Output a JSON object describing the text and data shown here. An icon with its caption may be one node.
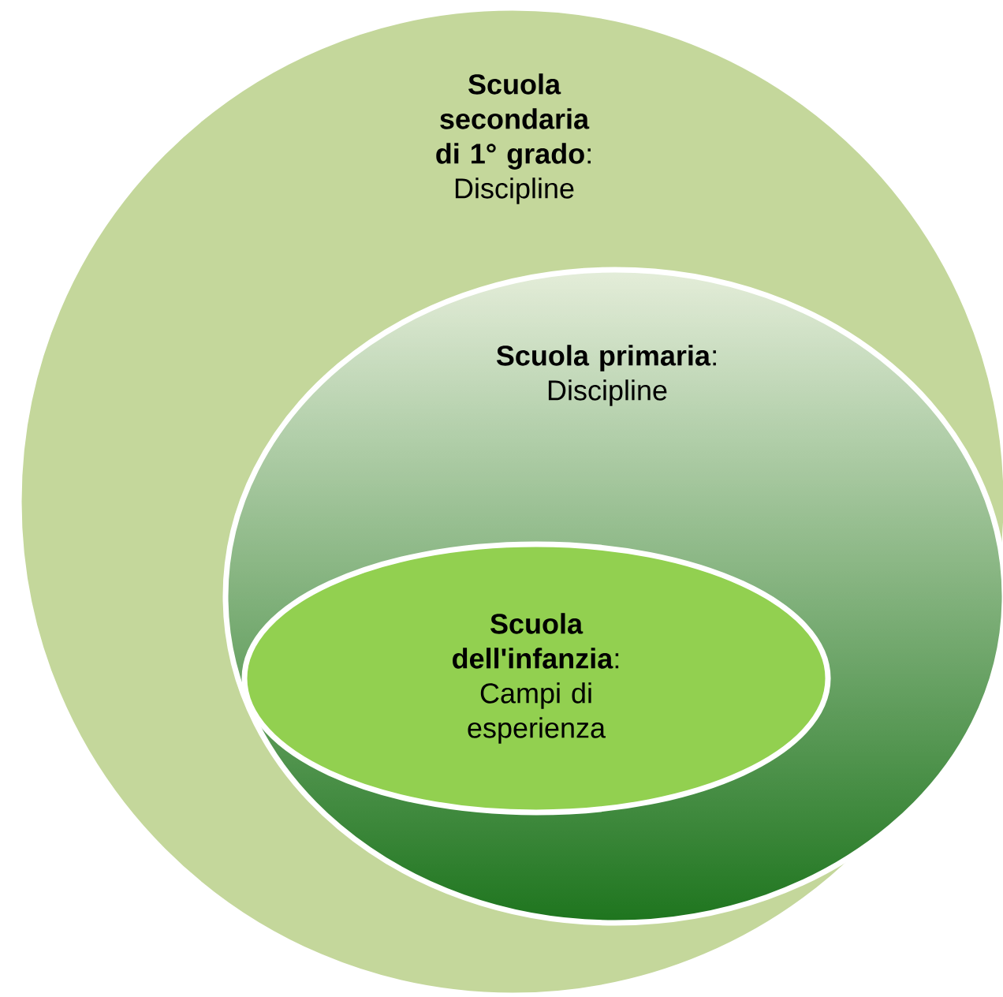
{
  "diagram": {
    "nodes": [
      {
        "text": [
          "**Scuola secondaria di 1° grado**: Discipline"
        ]
      },
      {
        "text": [
          "**Scuola primaria**: Discipline"
        ],
        "in": 0
      },
      {
        "text": [
          "**Scuola dell'infanzia**: Campi di esperienza"
        ],
        "in": 1
      }
    ]
  }
}
